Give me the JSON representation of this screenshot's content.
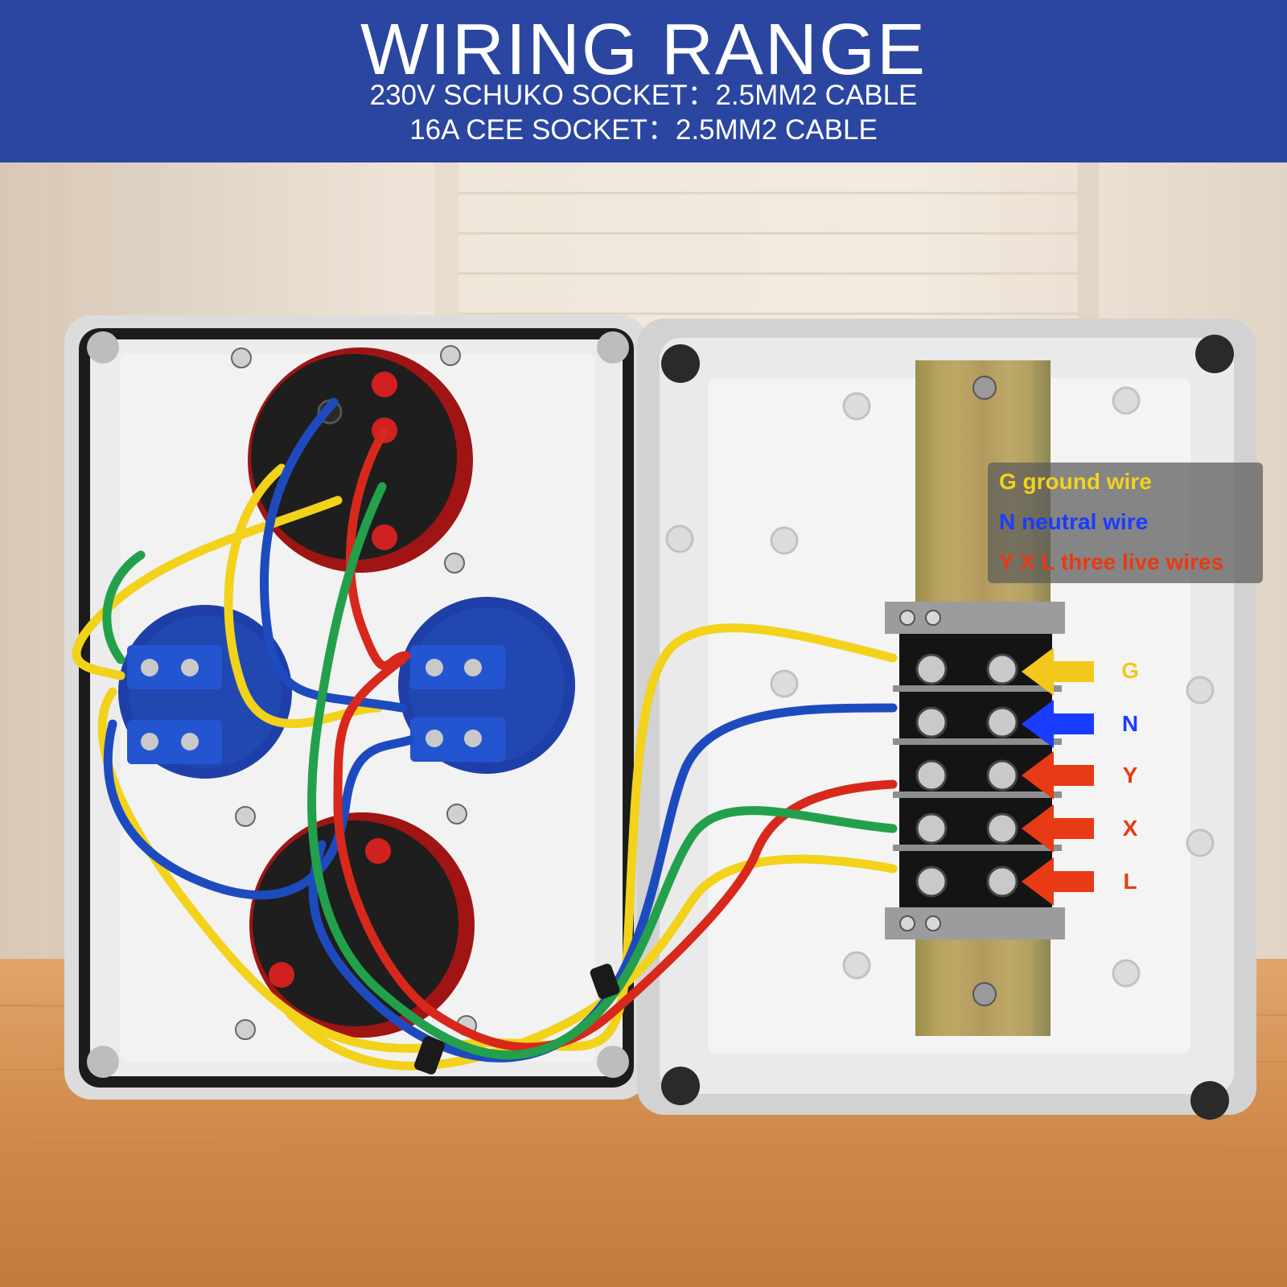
{
  "banner": {
    "title": "WIRING RANGE",
    "line1": "230V SCHUKO SOCKET：2.5MM2 CABLE",
    "line2": "16A CEE SOCKET：2.5MM2 CABLE"
  },
  "legend": [
    {
      "text": "G ground wire",
      "color": "#f2d21c"
    },
    {
      "text": "N neutral wire",
      "color": "#1a3cff"
    },
    {
      "text": "Y X L three live wires",
      "color": "#e83a14"
    }
  ],
  "terminals": [
    {
      "label": "G",
      "color": "#f2c81c"
    },
    {
      "label": "N",
      "color": "#1a3cff"
    },
    {
      "label": "Y",
      "color": "#e83a14"
    },
    {
      "label": "X",
      "color": "#e83a14"
    },
    {
      "label": "L",
      "color": "#e83a14"
    }
  ],
  "wire_colors": {
    "yellow": "#f3d21b",
    "blue": "#1d4bbf",
    "red": "#d8281c",
    "green": "#23a04b"
  }
}
